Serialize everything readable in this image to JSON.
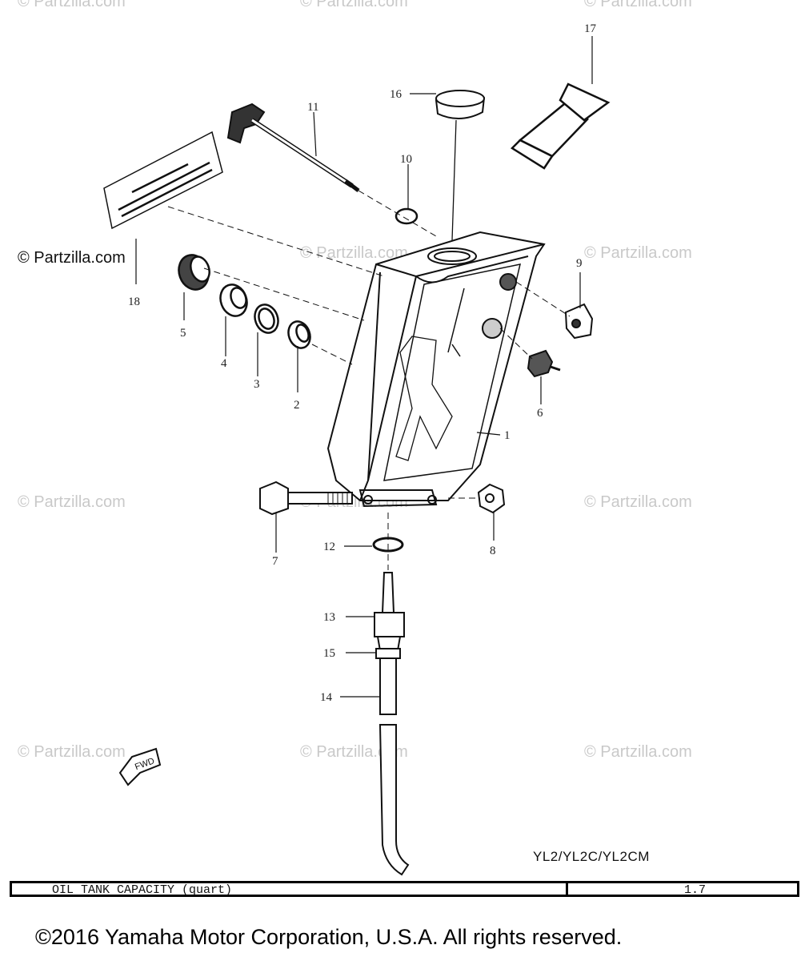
{
  "watermark": "© Partzilla.com",
  "callouts": [
    "1",
    "2",
    "3",
    "4",
    "5",
    "6",
    "7",
    "8",
    "9",
    "10",
    "11",
    "12",
    "13",
    "14",
    "15",
    "16",
    "17",
    "18"
  ],
  "label_decal_icon": "warning-label-decal",
  "fwd_icon": "fwd-arrow",
  "fwd_text": "FWD",
  "model": "YL2/YL2C/YL2CM",
  "table": {
    "label": "OIL TANK CAPACITY (quart)",
    "value": "1.7"
  },
  "copyright": "©2016  Yamaha Motor Corporation, U.S.A. All rights reserved."
}
